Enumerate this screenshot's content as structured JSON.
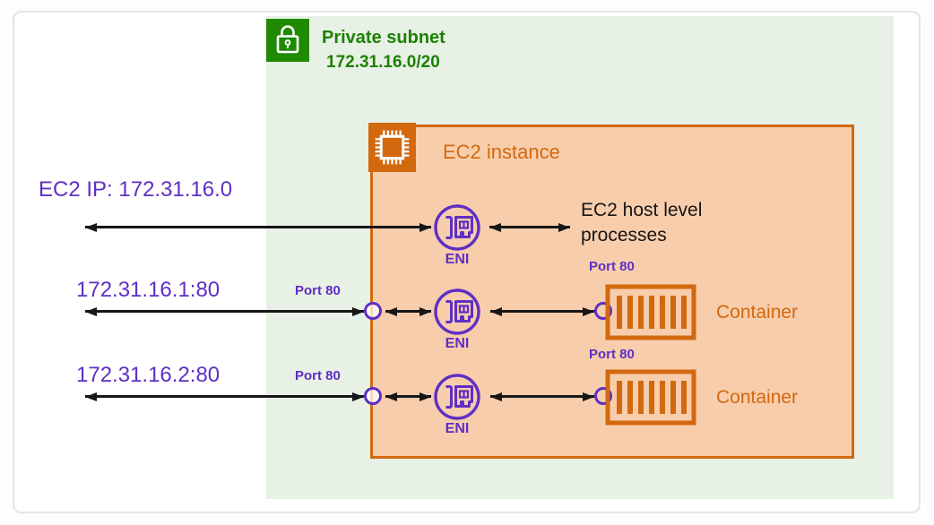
{
  "subnet": {
    "title": "Private subnet",
    "cidr": "172.31.16.0/20",
    "icon": "lock-icon"
  },
  "ec2_instance": {
    "title": "EC2 instance",
    "icon": "chip-icon",
    "host_processes_label": "EC2 host level processes"
  },
  "flows": [
    {
      "external_label": "EC2 IP: 172.31.16.0",
      "eni_label": "ENI"
    },
    {
      "external_label": "172.31.16.1:80",
      "host_port_label": "Port 80",
      "eni_label": "ENI",
      "container_port_label": "Port 80",
      "container_label": "Container"
    },
    {
      "external_label": "172.31.16.2:80",
      "host_port_label": "Port 80",
      "eni_label": "ENI",
      "container_port_label": "Port 80",
      "container_label": "Container"
    }
  ],
  "icons": {
    "subnet": "lock-icon",
    "ec2": "chip-icon",
    "eni": "network-interface-icon",
    "container": "container-icon",
    "port": "port-circle"
  },
  "colors": {
    "green_text": "#1d8102",
    "green_icon_bg": "#1f8a02",
    "subnet_bg": "#e8f1e6",
    "orange": "#d2690f",
    "ec2_bg": "#f8cdac",
    "purple": "#5e2fc4",
    "arrow_black": "#161616"
  }
}
